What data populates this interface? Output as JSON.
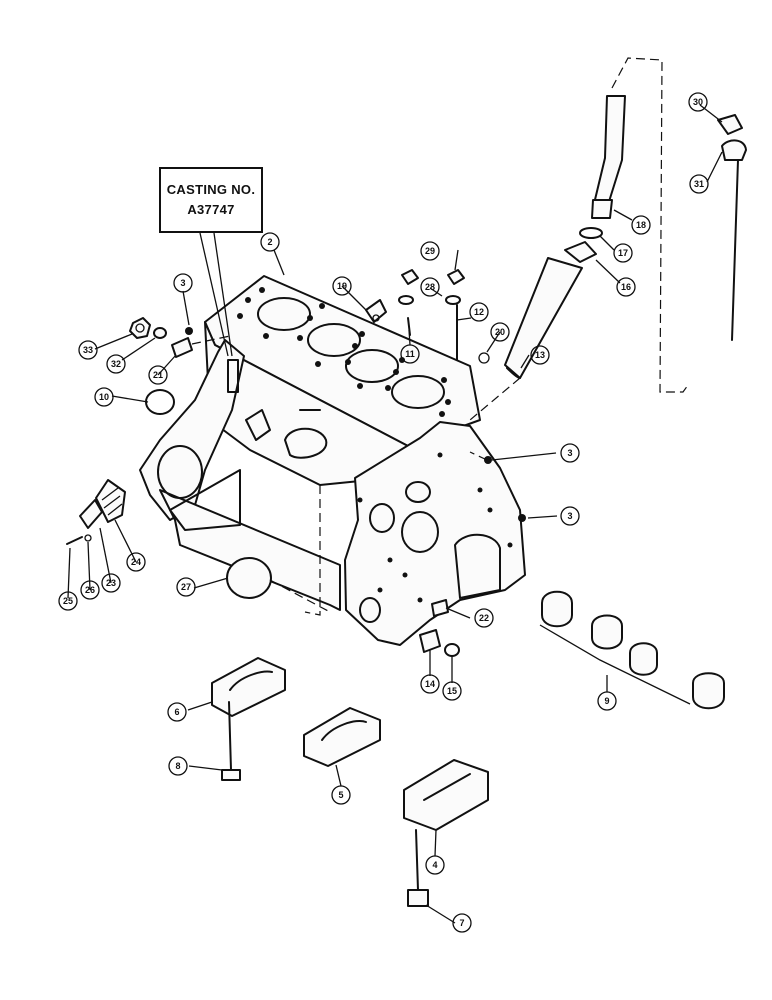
{
  "casting_label": {
    "line1": "CASTING NO.",
    "line2": "A37747"
  },
  "callouts": [
    "2",
    "3",
    "3",
    "3",
    "4",
    "5",
    "6",
    "7",
    "8",
    "9",
    "10",
    "11",
    "12",
    "13",
    "14",
    "15",
    "16",
    "17",
    "18",
    "19",
    "20",
    "21",
    "22",
    "23",
    "24",
    "25",
    "26",
    "27",
    "28",
    "29",
    "30",
    "31",
    "32",
    "33"
  ]
}
